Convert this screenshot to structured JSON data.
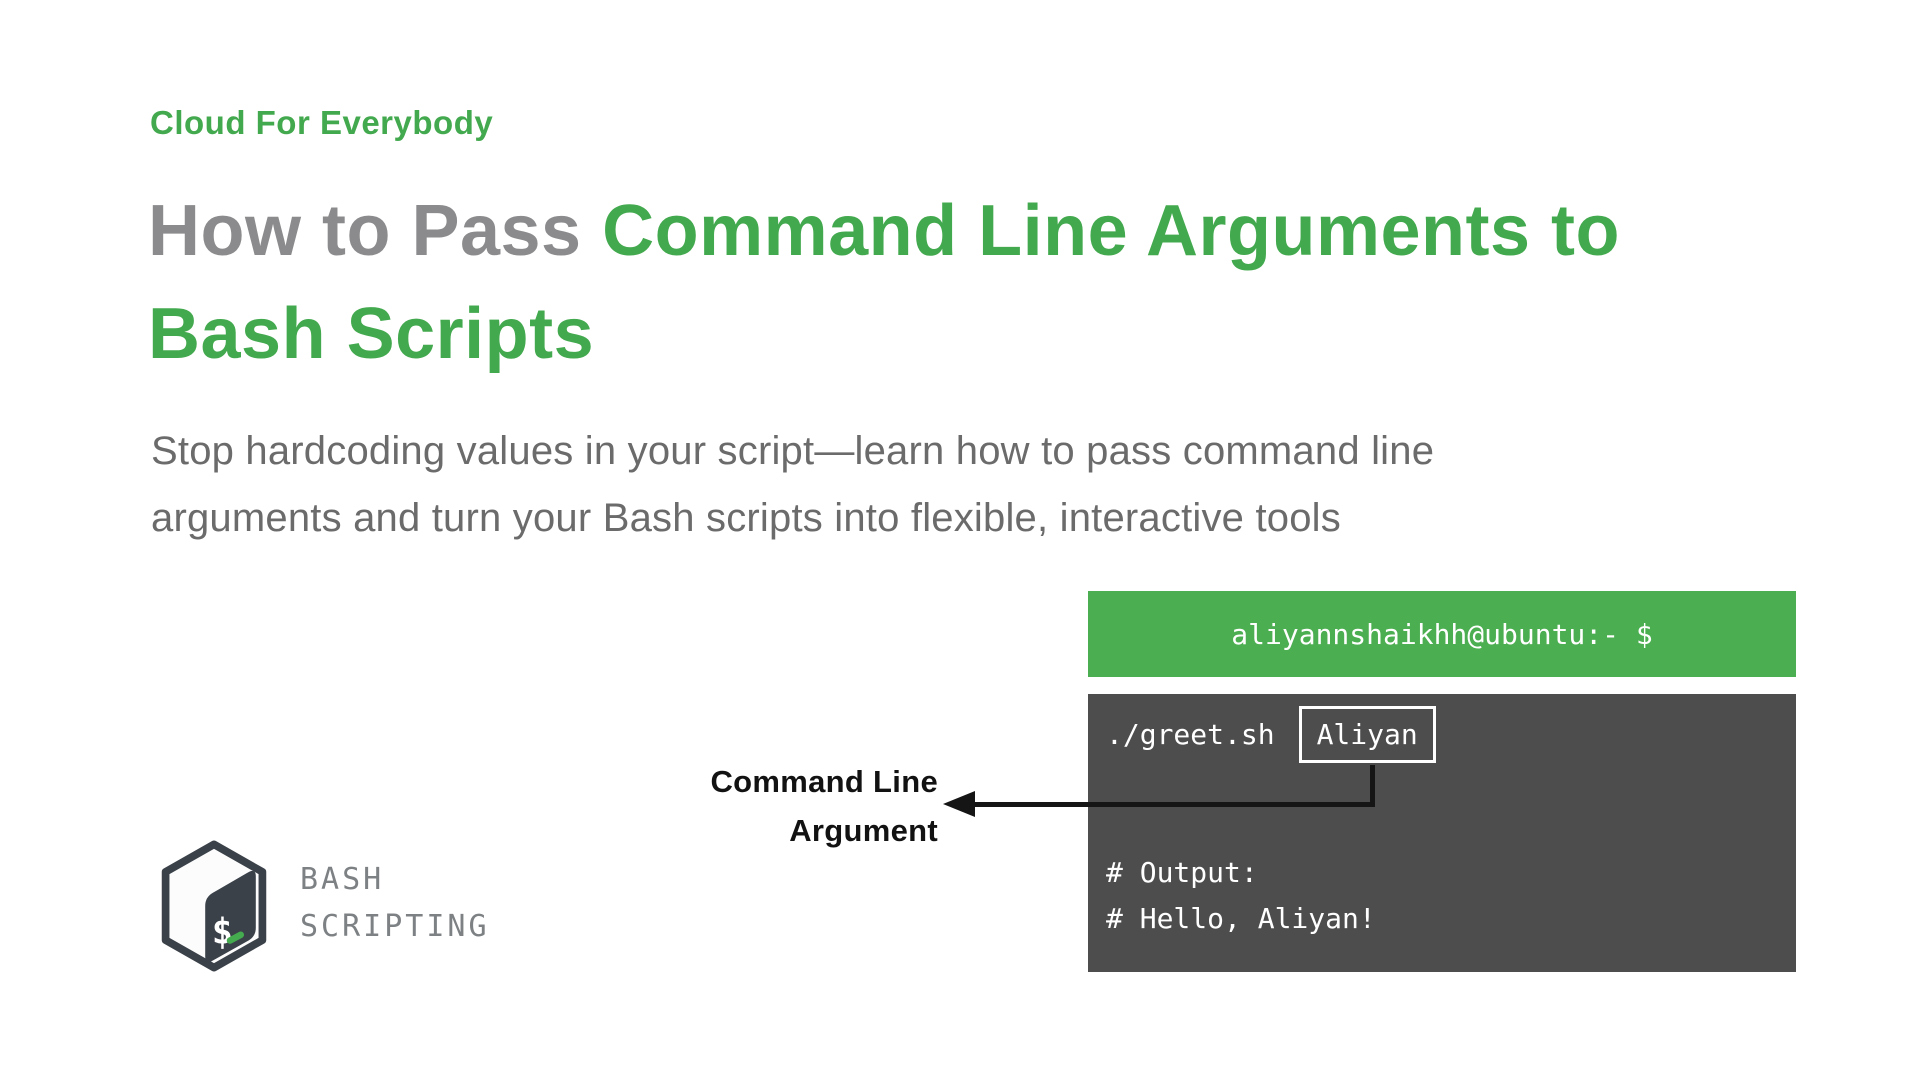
{
  "page": {
    "background": "#ffffff"
  },
  "kicker": {
    "text": "Cloud For Everybody",
    "color": "#43a94e"
  },
  "title": {
    "gray_part": "How to Pass ",
    "green_line1": "Command Line Arguments to",
    "green_line2": "Bash Scripts",
    "gray_color": "#8b8b8d",
    "green_color": "#43a94e"
  },
  "subtitle": {
    "line1": "Stop hardcoding values in your script—learn how to pass command line",
    "line2": "arguments and turn your Bash scripts into flexible, interactive tools",
    "color": "#6b6b6b"
  },
  "terminal": {
    "header": {
      "text": "aliyannshaikhh@ubuntu:- $",
      "background": "#4bae50",
      "text_color": "#ffffff"
    },
    "body": {
      "background": "#4d4d4d",
      "command": "./greet.sh",
      "argument": "Aliyan",
      "output_line1": "# Output:",
      "output_line2": "# Hello, Aliyan!"
    }
  },
  "annotation": {
    "label_line1": "Command Line",
    "label_line2": "Argument",
    "arrow_color": "#151515"
  },
  "badge": {
    "icon": "bash-terminal-icon",
    "line1": "BASH",
    "line2": "SCRIPTING",
    "text_color": "#7d8184",
    "icon_outline_color": "#3a4149",
    "icon_accent_color": "#45ab4f"
  }
}
